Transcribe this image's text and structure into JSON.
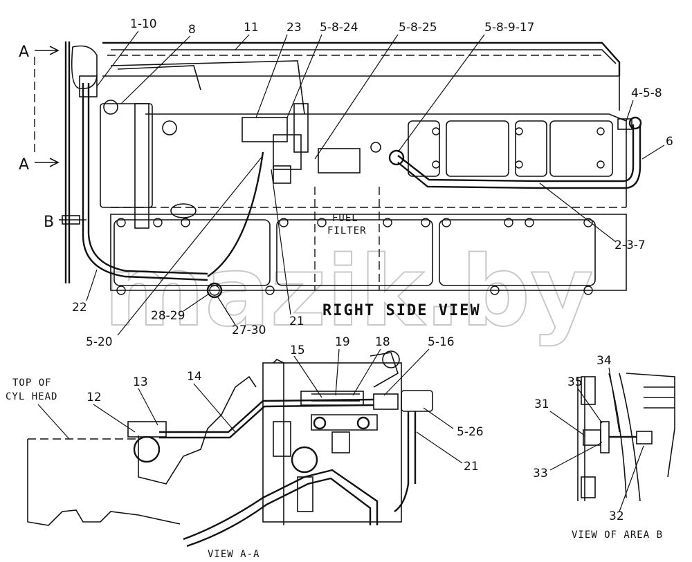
{
  "watermark": "mazik.by",
  "views": {
    "right_side": "RIGHT SIDE VIEW",
    "view_aa": "VIEW A-A",
    "view_b": "VIEW OF AREA B"
  },
  "section_markers": {
    "a_top": "A",
    "a_bottom": "A",
    "b": "B"
  },
  "fuel_filter": [
    "FUEL",
    "FILTER"
  ],
  "top_of_cyl_head": [
    "TOP OF",
    "CYL HEAD"
  ],
  "callouts": {
    "c1_10": "1-10",
    "c8": "8",
    "c11": "11",
    "c23": "23",
    "c5_8_24": "5-8-24",
    "c5_8_25": "5-8-25",
    "c5_8_9_17": "5-8-9-17",
    "c4_5_8": "4-5-8",
    "c6": "6",
    "c2_3_7": "2-3-7",
    "c22": "22",
    "c28_29": "28-29",
    "c27_30": "27-30",
    "c21_top": "21",
    "c5_20": "5-20",
    "c15": "15",
    "c19": "19",
    "c18": "18",
    "c5_16": "5-16",
    "c14": "14",
    "c13": "13",
    "c12": "12",
    "c5_26": "5-26",
    "c21_bottom": "21",
    "c34": "34",
    "c35": "35",
    "c31": "31",
    "c33": "33",
    "c32": "32"
  }
}
